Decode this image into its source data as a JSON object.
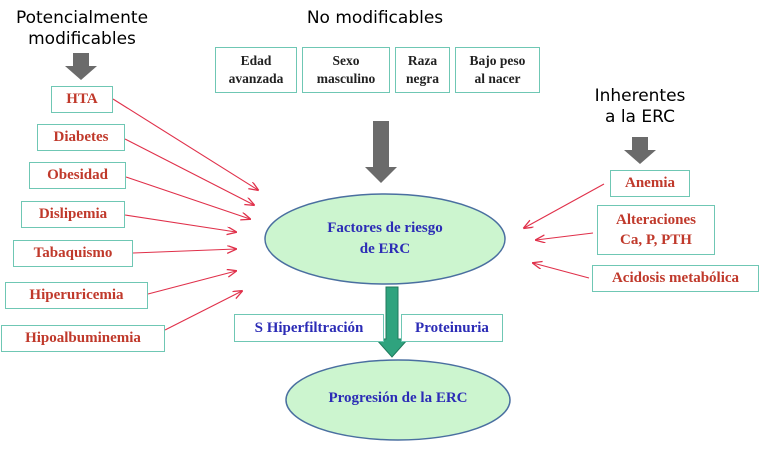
{
  "headers": {
    "left": [
      "Potencialmente",
      "modificables"
    ],
    "top": "No modificables",
    "right": [
      "Inherentes",
      "a la ERC"
    ]
  },
  "non_modifiable": [
    [
      "Edad",
      "avanzada"
    ],
    [
      "Sexo",
      "masculino"
    ],
    [
      "Raza",
      "negra"
    ],
    [
      "Bajo peso",
      "al nacer"
    ]
  ],
  "modifiable": [
    "HTA",
    "Diabetes",
    "Obesidad",
    "Dislipemia",
    "Tabaquismo",
    "Hiperuricemia",
    "Hipoalbuminemia"
  ],
  "inherent": {
    "anemia": "Anemia",
    "alteraciones": [
      "Alteraciones",
      "Ca, P, PTH"
    ],
    "acidosis": "Acidosis metabólica"
  },
  "center": {
    "risk": [
      "Factores de riesgo",
      "de ERC"
    ],
    "progression": "Progresión de la ERC"
  },
  "links": {
    "hyperfiltration": "S Hiperfiltración",
    "proteinuria": "Proteinuria"
  },
  "colors": {
    "red_text": "#c0392b",
    "blue_text": "#2c2cb6",
    "box_border": "#6fc7b4",
    "ellipse_fill": "#ccf5cf",
    "ellipse_stroke": "#4a6fa0",
    "gray_arrow": "#6b6b6b",
    "teal_arrow": "#2fa37e",
    "red_arrow": "#e0304a"
  }
}
